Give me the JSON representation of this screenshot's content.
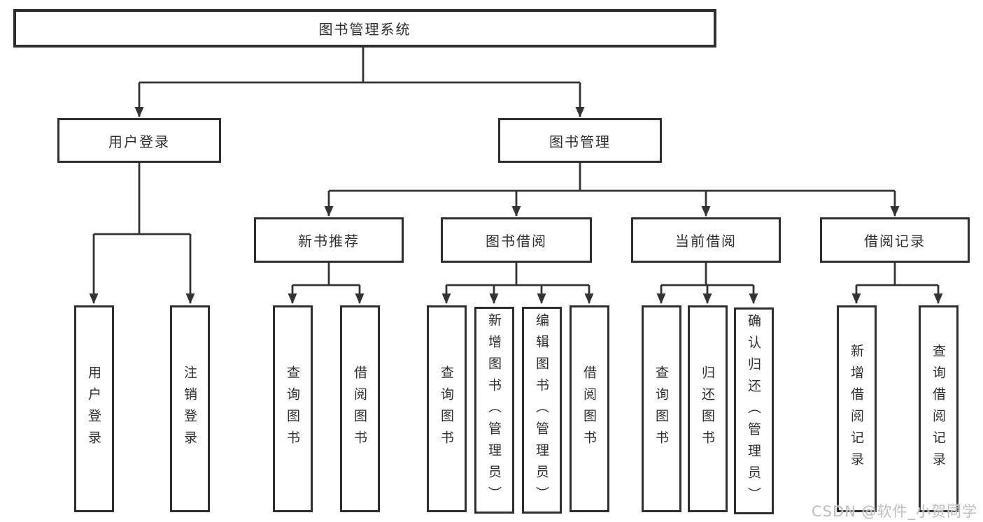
{
  "tree": {
    "label": "图书管理系统",
    "children": [
      {
        "label": "用户登录",
        "children": [
          {
            "label": "用户登录"
          },
          {
            "label": "注销登录"
          }
        ]
      },
      {
        "label": "图书管理",
        "children": [
          {
            "label": "新书推荐",
            "children": [
              {
                "label": "查询图书"
              },
              {
                "label": "借阅图书"
              }
            ]
          },
          {
            "label": "图书借阅",
            "children": [
              {
                "label": "查询图书"
              },
              {
                "label": "新增图书（管理员）"
              },
              {
                "label": "编辑图书（管理员）"
              },
              {
                "label": "借阅图书"
              }
            ]
          },
          {
            "label": "当前借阅",
            "children": [
              {
                "label": "查询图书"
              },
              {
                "label": "归还图书"
              },
              {
                "label": "确认归还（管理员）"
              }
            ]
          },
          {
            "label": "借阅记录",
            "children": [
              {
                "label": "新增借阅记录"
              },
              {
                "label": "查询借阅记录"
              }
            ]
          }
        ]
      }
    ]
  },
  "watermark": {
    "text": "CSDN @软件_小贺同学"
  },
  "colors": {
    "line": "#333333",
    "box_border": "#2e2e2e",
    "text": "#2f2f2f",
    "watermark": "#bdbdbd",
    "background": "#ffffff"
  }
}
